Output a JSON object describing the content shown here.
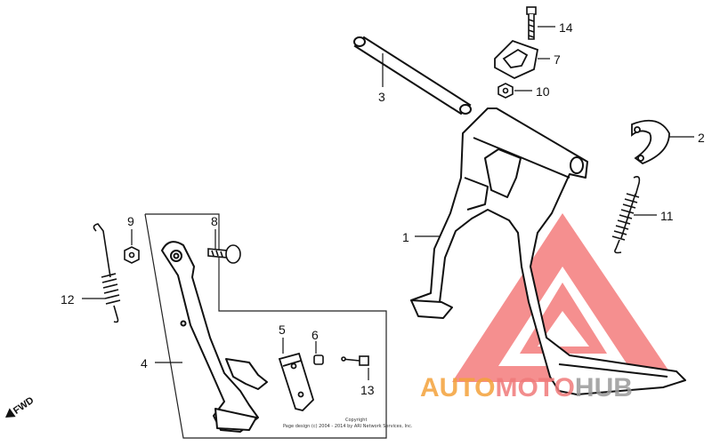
{
  "callouts": [
    {
      "id": "1",
      "label": "1"
    },
    {
      "id": "2",
      "label": "2"
    },
    {
      "id": "3",
      "label": "3"
    },
    {
      "id": "4",
      "label": "4"
    },
    {
      "id": "5",
      "label": "5"
    },
    {
      "id": "6",
      "label": "6"
    },
    {
      "id": "7",
      "label": "7"
    },
    {
      "id": "8",
      "label": "8"
    },
    {
      "id": "9",
      "label": "9"
    },
    {
      "id": "10",
      "label": "10"
    },
    {
      "id": "11",
      "label": "11"
    },
    {
      "id": "12",
      "label": "12"
    },
    {
      "id": "13",
      "label": "13"
    },
    {
      "id": "14",
      "label": "14"
    }
  ],
  "direction_label": "FWD",
  "copyright": {
    "line1": "Copyright",
    "line2": "Page design (c) 2004 - 2014 by ARI Network Services, Inc."
  },
  "watermark": {
    "part1": "AUTO",
    "part2": "MOTO",
    "part3": "HUB",
    "color_primary": "#f4a23a",
    "color_secondary": "#f07a7a",
    "color_tertiary": "#9a9a9a",
    "triangle_color": "#f26a6a"
  }
}
